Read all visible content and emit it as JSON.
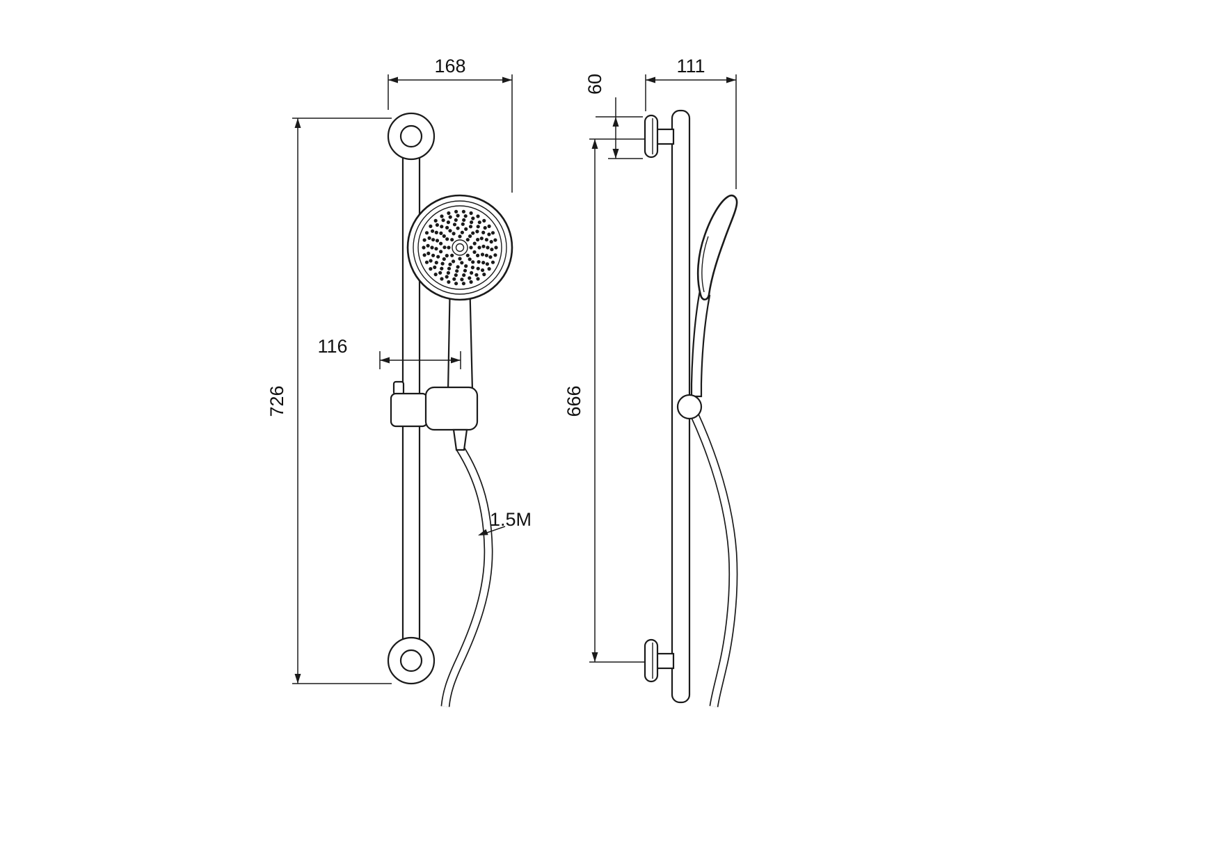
{
  "drawing": {
    "type": "technical-dimension-drawing",
    "subject": "shower-slide-rail-set",
    "colors": {
      "line": "#1a1a1a",
      "background": "#ffffff"
    },
    "dims": {
      "front_width": "168",
      "head_offset": "116",
      "front_height": "726",
      "side_depth": "111",
      "flange_height": "60",
      "side_height": "666",
      "hose_length": "1.5M"
    }
  }
}
